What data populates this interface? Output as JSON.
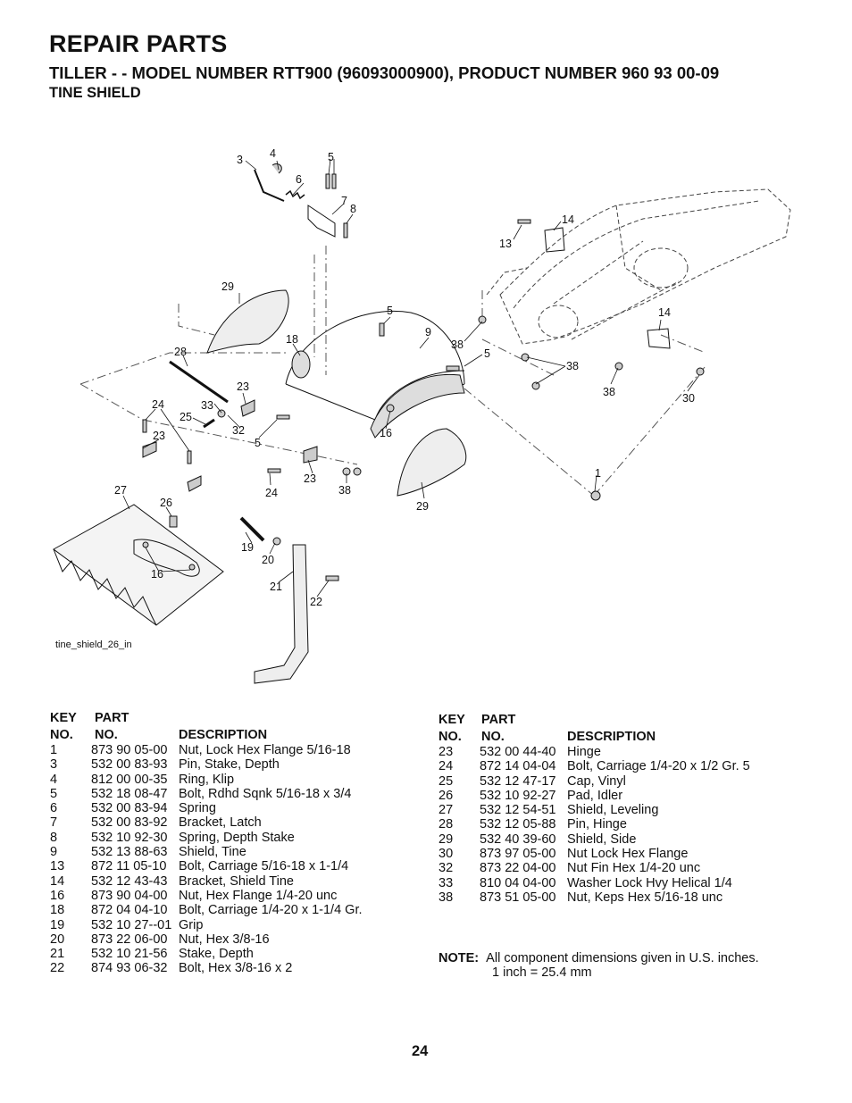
{
  "header": {
    "title": "REPAIR PARTS",
    "subtitle": "TILLER - - MODEL NUMBER RTT900 (96093000900), PRODUCT NUMBER 960 93 00-09",
    "section": "TINE SHIELD"
  },
  "diagram": {
    "figure_id": "tine_shield_26_in",
    "callouts": [
      "3",
      "4",
      "5",
      "6",
      "7",
      "8",
      "29",
      "5",
      "9",
      "18",
      "38",
      "5",
      "13",
      "14",
      "14",
      "38",
      "38",
      "30",
      "28",
      "23",
      "24",
      "33",
      "25",
      "32",
      "23",
      "5",
      "16",
      "27",
      "26",
      "23",
      "24",
      "38",
      "29",
      "1",
      "19",
      "20",
      "16",
      "21",
      "22"
    ]
  },
  "table_headers": {
    "key1": "KEY",
    "key2": "NO.",
    "part1": "PART",
    "part2": "NO.",
    "desc": "DESCRIPTION"
  },
  "parts_left": [
    {
      "key": "1",
      "part": "873 90 05-00",
      "desc": "Nut, Lock Hex Flange  5/16-18"
    },
    {
      "key": "3",
      "part": "532 00 83-93",
      "desc": "Pin, Stake, Depth"
    },
    {
      "key": "4",
      "part": "812 00 00-35",
      "desc": "Ring, Klip"
    },
    {
      "key": "5",
      "part": "532 18 08-47",
      "desc": "Bolt, Rdhd Sqnk 5/16-18 x 3/4"
    },
    {
      "key": "6",
      "part": "532 00 83-94",
      "desc": "Spring"
    },
    {
      "key": "7",
      "part": "532 00 83-92",
      "desc": "Bracket, Latch"
    },
    {
      "key": "8",
      "part": "532 10 92-30",
      "desc": "Spring, Depth Stake"
    },
    {
      "key": "9",
      "part": "532 13 88-63",
      "desc": "Shield, Tine"
    },
    {
      "key": "13",
      "part": "872 11 05-10",
      "desc": "Bolt, Carriage  5/16-18 x 1-1/4"
    },
    {
      "key": "14",
      "part": "532 12 43-43",
      "desc": "Bracket, Shield Tine"
    },
    {
      "key": "16",
      "part": "873 90 04-00",
      "desc": "Nut, Hex Flange 1/4-20 unc"
    },
    {
      "key": "18",
      "part": "872 04 04-10",
      "desc": "Bolt, Carriage  1/4-20 x 1-1/4 Gr."
    },
    {
      "key": "19",
      "part": "532 10 27--01",
      "desc": "Grip"
    },
    {
      "key": "20",
      "part": "873 22 06-00",
      "desc": "Nut, Hex  3/8-16"
    },
    {
      "key": "21",
      "part": "532 10 21-56",
      "desc": "Stake, Depth"
    },
    {
      "key": "22",
      "part": "874 93 06-32",
      "desc": "Bolt, Hex  3/8-16 x 2"
    }
  ],
  "parts_right": [
    {
      "key": "23",
      "part": "532 00 44-40",
      "desc": "Hinge"
    },
    {
      "key": "24",
      "part": "872 14 04-04",
      "desc": "Bolt, Carriage  1/4-20 x 1/2 Gr. 5"
    },
    {
      "key": "25",
      "part": "532 12 47-17",
      "desc": "Cap, Vinyl"
    },
    {
      "key": "26",
      "part": "532 10 92-27",
      "desc": "Pad, Idler"
    },
    {
      "key": "27",
      "part": "532 12 54-51",
      "desc": "Shield, Leveling"
    },
    {
      "key": "28",
      "part": "532 12 05-88",
      "desc": "Pin, Hinge"
    },
    {
      "key": "29",
      "part": "532 40 39-60",
      "desc": "Shield, Side"
    },
    {
      "key": "30",
      "part": "873 97 05-00",
      "desc": "Nut Lock Hex Flange"
    },
    {
      "key": "32",
      "part": "873 22 04-00",
      "desc": "Nut Fin Hex  1/4-20 unc"
    },
    {
      "key": "33",
      "part": "810 04 04-00",
      "desc": "Washer Lock Hvy Helical  1/4"
    },
    {
      "key": "38",
      "part": "873 51 05-00",
      "desc": "Nut, Keps Hex 5/16-18 unc"
    }
  ],
  "note": {
    "label": "NOTE:",
    "line1": "All component dimensions given in U.S. inches.",
    "line2": "1 inch = 25.4 mm"
  },
  "page_number": "24"
}
